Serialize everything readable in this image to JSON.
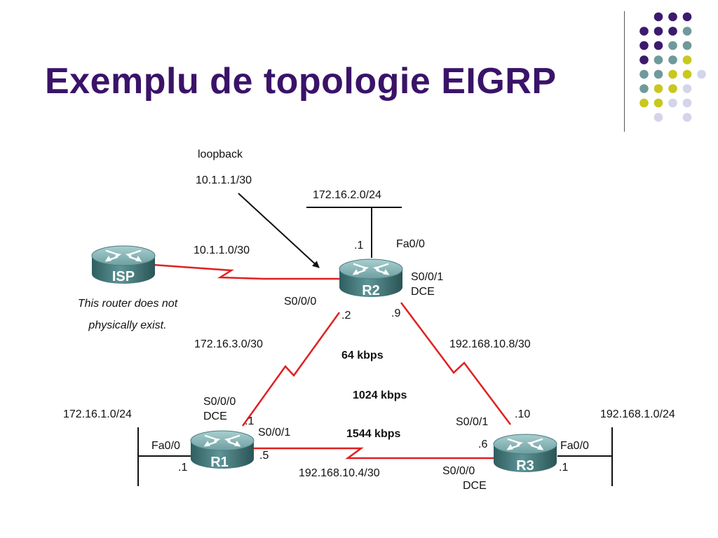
{
  "title": "Exemplu de topologie EIGRP",
  "colors": {
    "title": "#3a1368",
    "link": "#e02020",
    "dot_purple": "#3c1a6e",
    "dot_teal": "#6f9a9a",
    "dot_yellow": "#c8c81e",
    "dot_lavender": "#d4d4ea"
  },
  "routers": {
    "isp": "ISP",
    "r1": "R1",
    "r2": "R2",
    "r3": "R3"
  },
  "isp_note": [
    "This router does not",
    "physically exist."
  ],
  "loopback": {
    "label": "loopback",
    "address": "10.1.1.1/30"
  },
  "networks": {
    "isp_link": "10.1.1.0/30",
    "r2_lan": "172.16.2.0/24",
    "r1_r2": "172.16.3.0/30",
    "r2_r3": "192.168.10.8/30",
    "r1_r3": "192.168.10.4/30",
    "r1_lan": "172.16.1.0/24",
    "r3_lan": "192.168.1.0/24"
  },
  "bandwidths": {
    "r1_r2": "64 kbps",
    "r2_r3": "1024 kbps",
    "r1_r3": "1544 kbps"
  },
  "interfaces": {
    "r2_fa": "Fa0/0",
    "r2_fa_ip": ".1",
    "r2_s000": "S0/0/0",
    "r2_s000_ip": ".2",
    "r2_s001": "S0/0/1",
    "r2_s001_dce": "DCE",
    "r2_s001_ip": ".9",
    "r1_s000": "S0/0/0",
    "r1_s000_dce": "DCE",
    "r1_s000_ip": ".1",
    "r1_s001": "S0/0/1",
    "r1_s001_ip": ".5",
    "r1_fa": "Fa0/0",
    "r1_fa_ip": ".1",
    "r3_s001": "S0/0/1",
    "r3_s001_ip": ".10",
    "r3_s000": "S0/0/0",
    "r3_s000_dce": "DCE",
    "r3_s000_ip": ".6",
    "r3_fa": "Fa0/0",
    "r3_fa_ip": ".1"
  },
  "decoration": {
    "dot_rows": [
      [
        "",
        "",
        "purple",
        "purple",
        "purple",
        ""
      ],
      [
        "",
        "purple",
        "purple",
        "purple",
        "teal",
        ""
      ],
      [
        "",
        "purple",
        "purple",
        "teal",
        "teal",
        ""
      ],
      [
        "",
        "purple",
        "teal",
        "teal",
        "yellow",
        ""
      ],
      [
        "",
        "teal",
        "teal",
        "yellow",
        "yellow",
        "lavender"
      ],
      [
        "",
        "teal",
        "yellow",
        "yellow",
        "lavender",
        ""
      ],
      [
        "",
        "yellow",
        "yellow",
        "lavender",
        "lavender",
        ""
      ],
      [
        "",
        "",
        "lavender",
        "",
        "lavender",
        ""
      ]
    ]
  }
}
